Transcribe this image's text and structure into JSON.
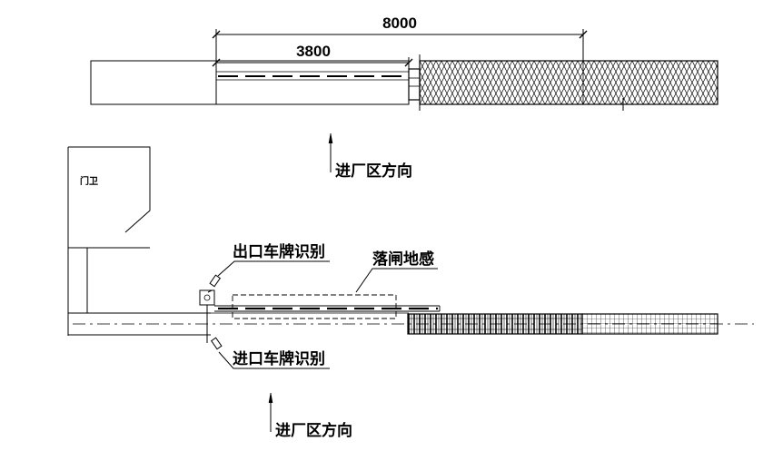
{
  "top_view": {
    "dimension_total": "8000",
    "dimension_arm": "3800",
    "direction_label": "进厂区方向"
  },
  "bottom_view": {
    "guard_house_label": "门卫",
    "exit_camera_label": "出口车牌识别",
    "loop_detector_label": "落闸地感",
    "entry_camera_label": "进口车牌识别",
    "direction_label": "进厂区方向"
  },
  "colors": {
    "line": "#000000",
    "background": "#ffffff"
  }
}
